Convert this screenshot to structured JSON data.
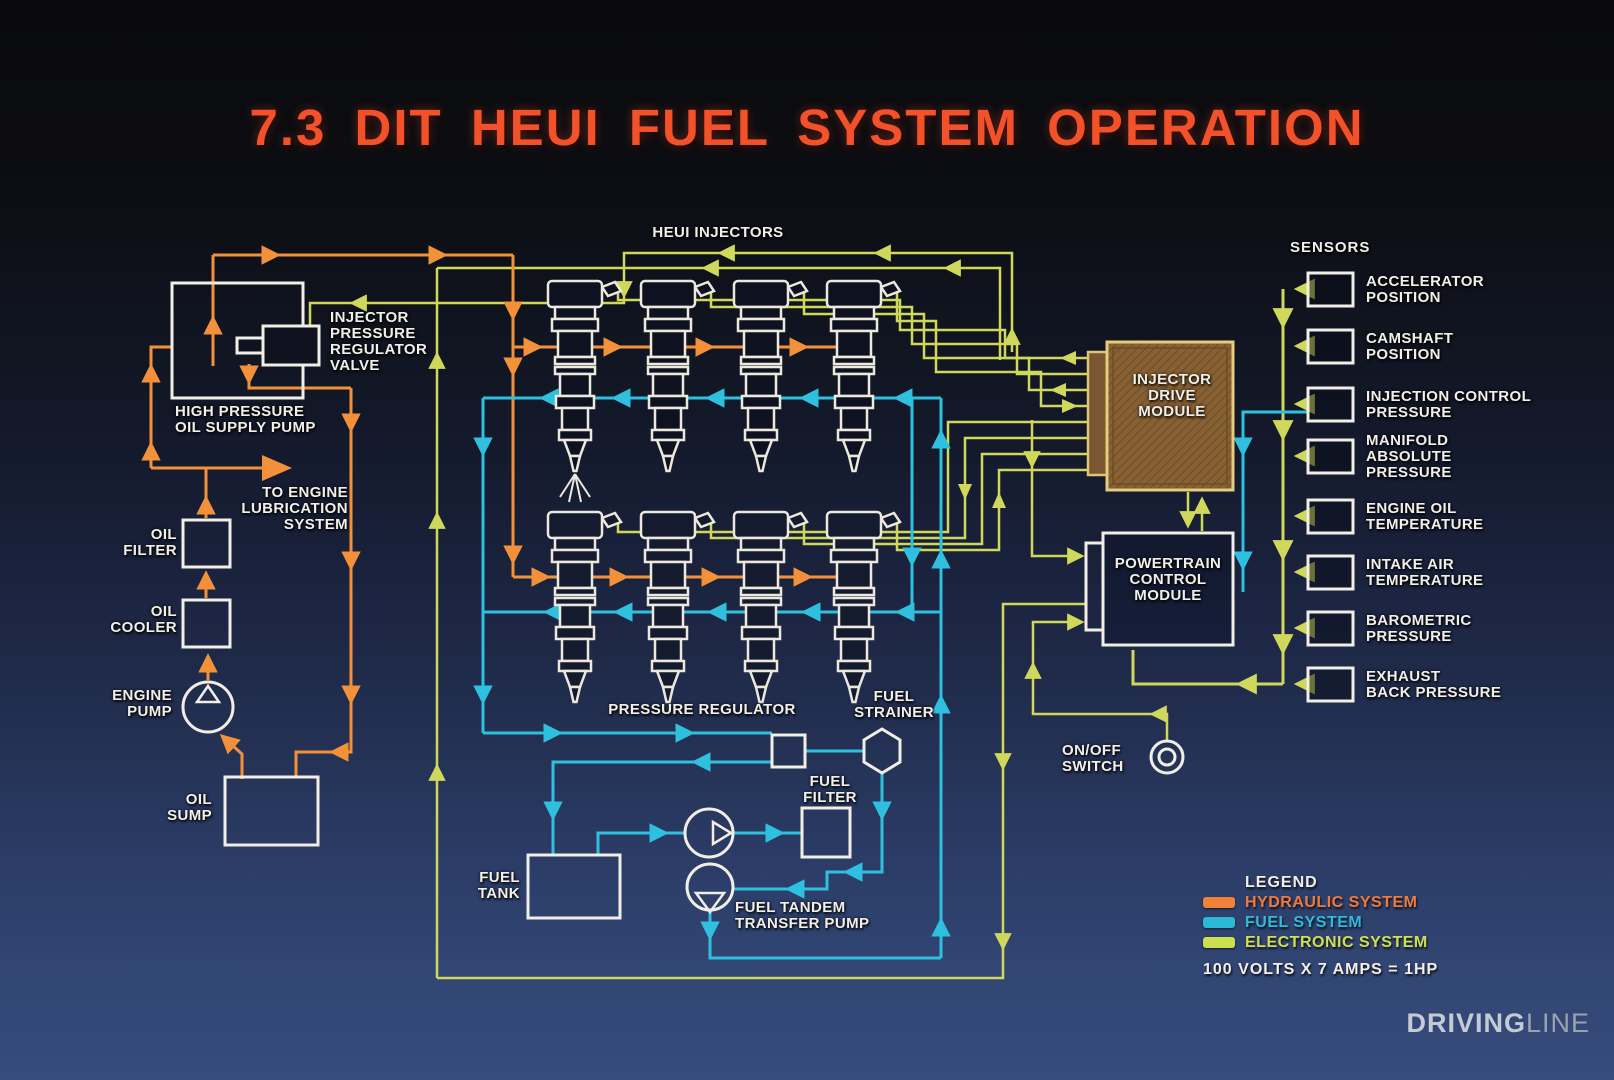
{
  "title": "7.3 DIT HEUI FUEL SYSTEM OPERATION",
  "colors": {
    "title": "#f2512a",
    "hydraulic": "#f2913a",
    "fuel": "#2ec0de",
    "electronic": "#cfd85a",
    "component_outline": "#f1eee6",
    "idm_fill": "#876033",
    "idm_border": "#e5cd7b",
    "background_top": "#0a0a0c",
    "background_bottom": "#374b7c"
  },
  "labels": {
    "heui_injectors": "HEUI INJECTORS"
  },
  "sensors": {
    "header": "SENSORS",
    "items": [
      {
        "label": "ACCELERATOR\nPOSITION"
      },
      {
        "label": "CAMSHAFT\nPOSITION"
      },
      {
        "label": "INJECTION CONTROL\nPRESSURE"
      },
      {
        "label": "MANIFOLD\nABSOLUTE\nPRESSURE"
      },
      {
        "label": "ENGINE OIL\nTEMPERATURE"
      },
      {
        "label": "INTAKE AIR\nTEMPERATURE"
      },
      {
        "label": "BAROMETRIC\nPRESSURE"
      },
      {
        "label": "EXHAUST\nBACK PRESSURE"
      }
    ]
  },
  "modules": {
    "idm": "INJECTOR\nDRIVE\nMODULE",
    "pcm": "POWERTRAIN\nCONTROL\nMODULE",
    "on_off": "ON/OFF\nSWITCH"
  },
  "oil": {
    "ipr_valve": "INJECTOR\nPRESSURE\nREGULATOR\nVALVE",
    "hp_pump": "HIGH PRESSURE\nOIL SUPPLY PUMP",
    "to_engine": "TO ENGINE\nLUBRICATION\nSYSTEM",
    "filter": "OIL\nFILTER",
    "cooler": "OIL\nCOOLER",
    "engine_pump": "ENGINE\nPUMP",
    "sump": "OIL\nSUMP"
  },
  "fuel": {
    "pressure_regulator": "PRESSURE REGULATOR",
    "strainer": "FUEL\nSTRAINER",
    "filter": "FUEL\nFILTER",
    "tank": "FUEL\nTANK",
    "tandem_pump": "FUEL TANDEM\nTRANSFER PUMP"
  },
  "legend": {
    "header": "LEGEND",
    "items": [
      {
        "label": "HYDRAULIC SYSTEM",
        "color": "#f0813a"
      },
      {
        "label": "FUEL SYSTEM",
        "color": "#2db8d8"
      },
      {
        "label": "ELECTRONIC SYSTEM",
        "color": "#ccdf4e"
      }
    ],
    "formula": "100 VOLTS X 7 AMPS = 1HP"
  },
  "watermark": {
    "bold": "DRIVING",
    "light": "LINE"
  }
}
